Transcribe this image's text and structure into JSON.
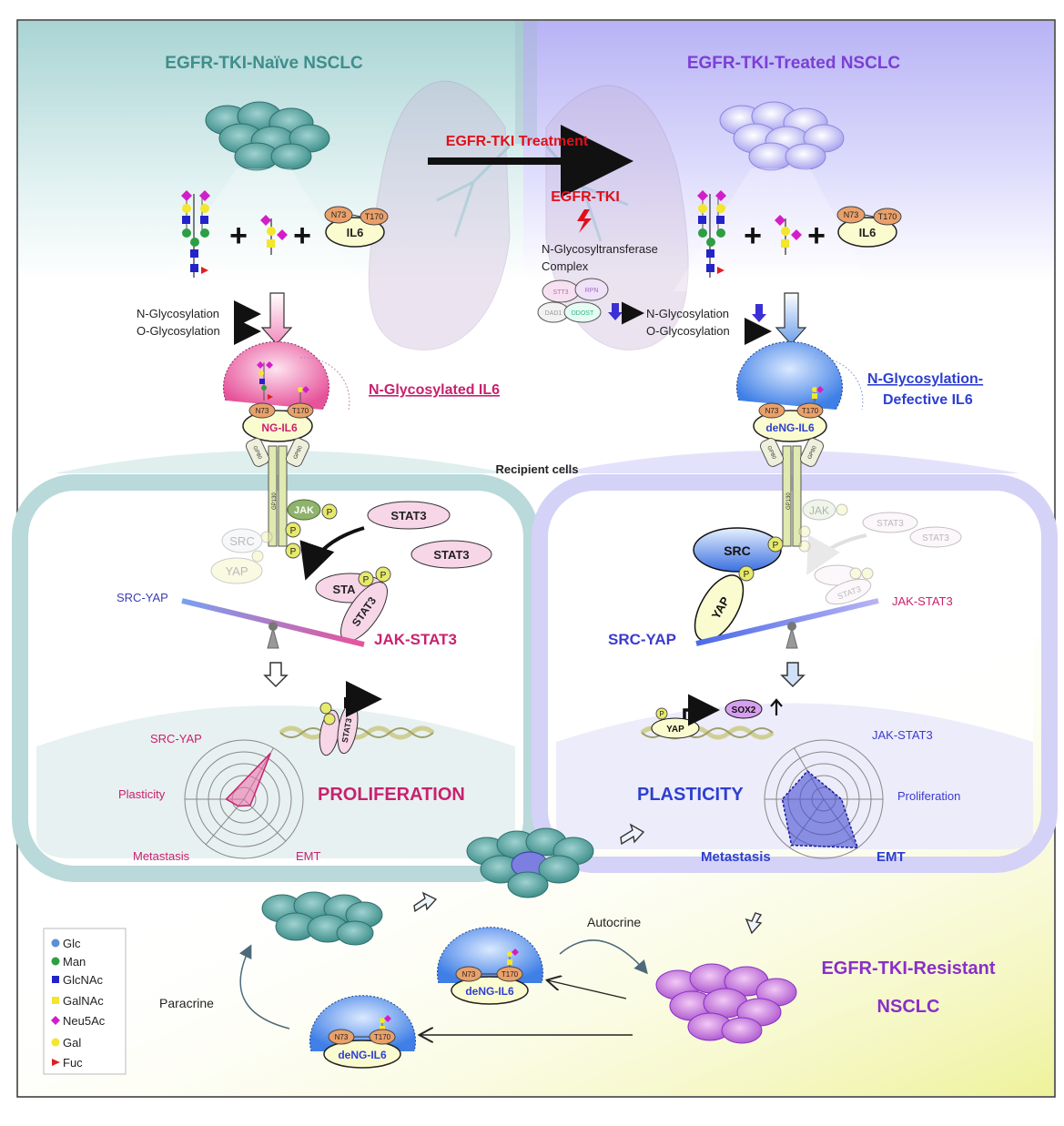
{
  "panels": {
    "left_title": "EGFR-TKI-Naïve NSCLC",
    "right_title": "EGFR-TKI-Treated NSCLC",
    "resistant_title_line1": "EGFR-TKI-Resistant",
    "resistant_title_line2": "NSCLC"
  },
  "treatment": {
    "arrow_label": "EGFR-TKI Treatment",
    "drug_label": "EGFR-TKI",
    "complex_line1": "N-Glycosyltransferase",
    "complex_line2": "Complex",
    "complex_subunits": [
      "STT3",
      "RPN",
      "DAD1",
      "DDOST"
    ]
  },
  "glycosylation": {
    "n_glyco": "N-Glycosylation",
    "o_glyco": "O-Glycosylation"
  },
  "il6": {
    "protein": "IL6",
    "site_n": "N73",
    "site_t": "T170",
    "ng_label": "NG-IL6",
    "deng_label": "deNG-IL6",
    "ng_title": "N-Glycosylated IL6",
    "deng_title_line1": "N-Glycosylation-",
    "deng_title_line2": "Defective IL6"
  },
  "receptor": {
    "gp80": "GP80",
    "gp130": "GP130",
    "recipient": "Recipient cells"
  },
  "signaling": {
    "jak": "JAK",
    "src": "SRC",
    "yap": "YAP",
    "stat3": "STAT3",
    "sox2": "SOX2",
    "p": "P",
    "src_yap": "SRC-YAP",
    "jak_stat3": "JAK-STAT3"
  },
  "outcomes": {
    "proliferation": "PROLIFERATION",
    "plasticity": "PLASTICITY"
  },
  "radar_left": {
    "axes": [
      "SRC-YAP",
      "Plasticity",
      "Metastasis",
      "EMT"
    ],
    "values": [
      0.9,
      0.3,
      0.15,
      0.15
    ]
  },
  "radar_right": {
    "axes": [
      "JAK-STAT3",
      "Proliferation",
      "EMT",
      "Metastasis",
      "PLASTICITY"
    ],
    "values": [
      0.55,
      0.3,
      1.0,
      0.95,
      0.7
    ]
  },
  "loop": {
    "autocrine": "Autocrine",
    "paracrine": "Paracrine"
  },
  "legend": {
    "items": [
      {
        "label": "Glc",
        "shape": "circle",
        "color": "#5b8fd6"
      },
      {
        "label": "Man",
        "shape": "circle",
        "color": "#2e9e44"
      },
      {
        "label": "GlcNAc",
        "shape": "square",
        "color": "#2323c8"
      },
      {
        "label": "GalNAc",
        "shape": "square",
        "color": "#f3e62c"
      },
      {
        "label": "Neu5Ac",
        "shape": "diamond",
        "color": "#d21ec8"
      },
      {
        "label": "Gal",
        "shape": "circle",
        "color": "#f3e62c"
      },
      {
        "label": "Fuc",
        "shape": "triangle",
        "color": "#e02020"
      }
    ]
  },
  "colors": {
    "teal": "#3e8e8c",
    "purple": "#7b3fd6",
    "magenta": "#c8216f",
    "blue": "#2d3fd0",
    "red": "#e0101a",
    "resistant": "#8a2fc8"
  }
}
